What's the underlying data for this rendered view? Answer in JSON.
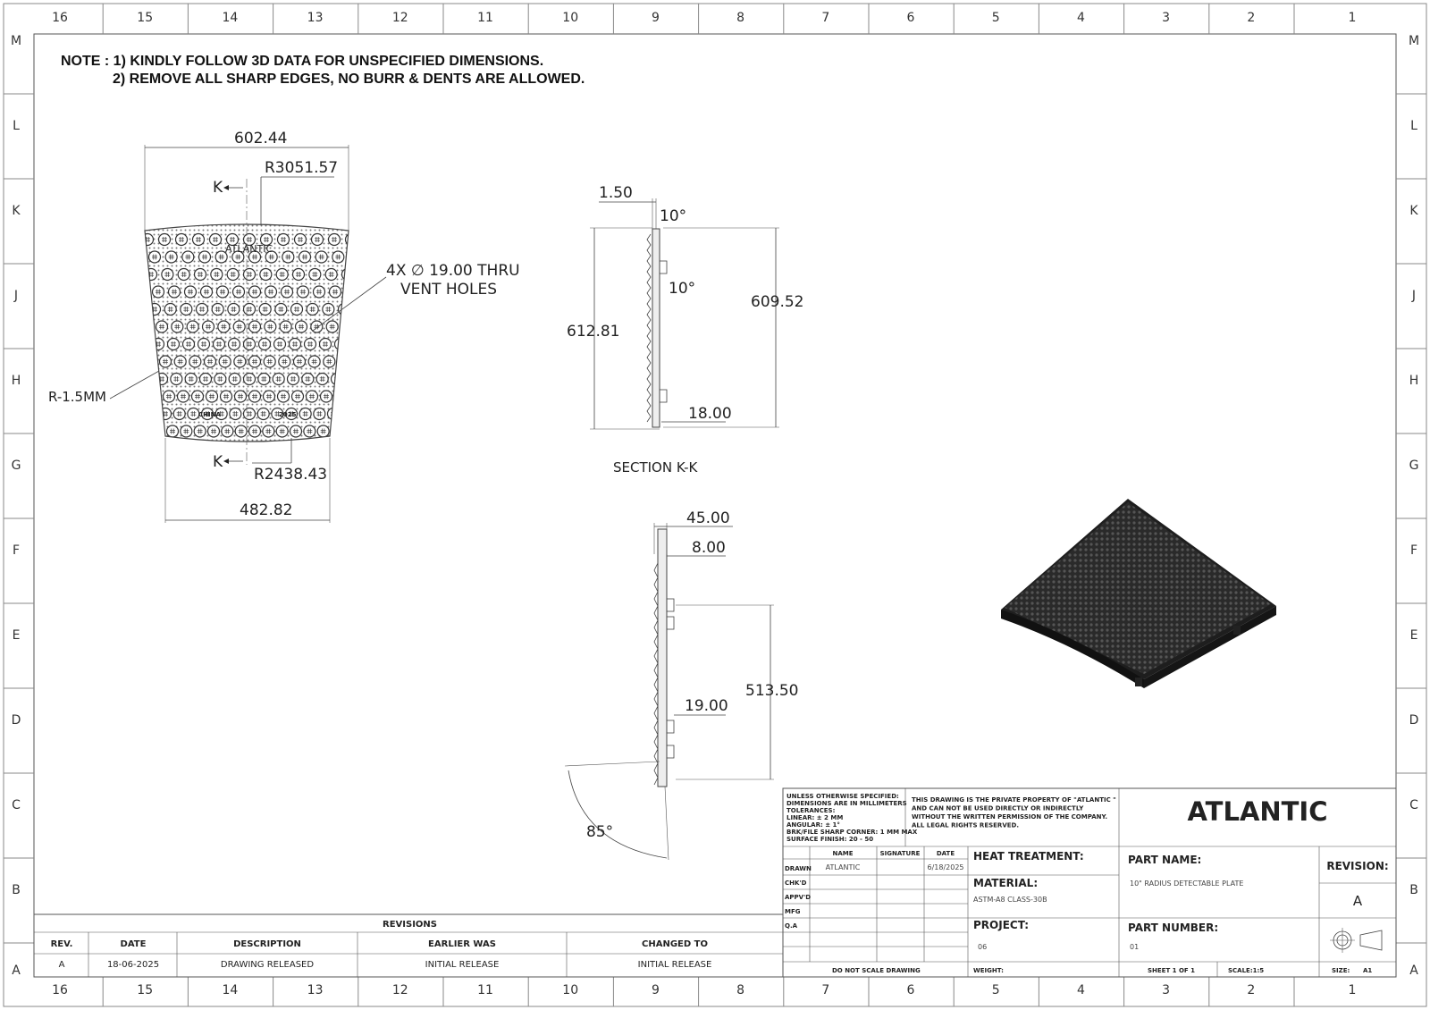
{
  "zones": {
    "columns": [
      "16",
      "15",
      "14",
      "13",
      "12",
      "11",
      "10",
      "9",
      "8",
      "7",
      "6",
      "5",
      "4",
      "3",
      "2",
      "1"
    ],
    "rows": [
      "M",
      "L",
      "K",
      "J",
      "H",
      "G",
      "F",
      "E",
      "D",
      "C",
      "B",
      "A"
    ]
  },
  "notes": {
    "line1": "NOTE : 1) KINDLY FOLLOW 3D DATA FOR UNSPECIFIED DIMENSIONS.",
    "line2": "2) REMOVE ALL SHARP EDGES, NO BURR & DENTS ARE ALLOWED."
  },
  "front_view": {
    "top_width": "602.44",
    "top_radius": "R3051.57",
    "bottom_radius": "R2438.43",
    "bottom_width": "482.82",
    "section_mark_top": "K",
    "section_mark_bottom": "K",
    "vent_holes_line1": "4X ∅ 19.00 THRU",
    "vent_holes_line2": "VENT HOLES",
    "edge_radius": "R-1.5MM",
    "plate_text_brand": "ATLANTIC",
    "plate_text_origin": "CHINA",
    "plate_text_year": "2025"
  },
  "section_view": {
    "thickness": "1.50",
    "angle_top": "10°",
    "angle_mid": "10°",
    "overall_height": "612.81",
    "inner_height": "609.52",
    "lug_offset": "18.00",
    "title": "SECTION K-K"
  },
  "side_view": {
    "depth": "45.00",
    "plate_thickness": "8.00",
    "lug_spacing": "513.50",
    "lug_offset": "19.00",
    "angle": "85°"
  },
  "revisions": {
    "title": "REVISIONS",
    "headers": [
      "REV.",
      "DATE",
      "DESCRIPTION",
      "EARLIER WAS",
      "CHANGED TO"
    ],
    "rows": [
      [
        "A",
        "18-06-2025",
        "DRAWING RELEASED",
        "INITIAL RELEASE",
        "INITIAL RELEASE"
      ]
    ]
  },
  "title_block": {
    "general_notes": [
      "UNLESS OTHERWISE SPECIFIED:",
      "DIMENSIONS ARE IN MILLIMETERS",
      "TOLERANCES:",
      "LINEAR: ± 2 MM",
      "ANGULAR: ± 1°",
      "BRK/FILE SHARP CORNER: 1 MM MAX",
      "SURFACE FINISH: 20 - 50"
    ],
    "property_notice": [
      "THIS DRAWING IS THE PRIVATE PROPERTY OF \"ATLANTIC \"",
      "AND CAN NOT BE USED DIRECTLY OR INDIRECTLY",
      "WITHOUT THE WRITTEN PERMISSION  OF THE COMPANY.",
      "ALL LEGAL RIGHTS RESERVED."
    ],
    "company": "ATLANTIC",
    "sign_headers": [
      "NAME",
      "SIGNATURE",
      "DATE"
    ],
    "sign_rows": [
      "DRAWN",
      "CHK'D",
      "APPV'D",
      "MFG",
      "Q.A"
    ],
    "drawn_name": "ATLANTIC",
    "drawn_date": "6/18/2025",
    "heat_treatment_label": "HEAT TREATMENT:",
    "material_label": "MATERIAL:",
    "material": "ASTM-A8 CLASS-30B",
    "project_label": "PROJECT:",
    "project": "06",
    "part_name_label": "PART NAME:",
    "part_name": "10\" RADIUS DETECTABLE PLATE",
    "part_number_label": "PART NUMBER:",
    "part_number": "01",
    "revision_label": "REVISION:",
    "revision": "A",
    "do_not_scale": "DO NOT SCALE DRAWING",
    "weight_label": "WEIGHT:",
    "sheet": "SHEET 1 OF 1",
    "scale": "SCALE:1:5",
    "size_label": "SIZE:",
    "size": "A1",
    "projection_symbol": "third-angle-projection-icon"
  }
}
